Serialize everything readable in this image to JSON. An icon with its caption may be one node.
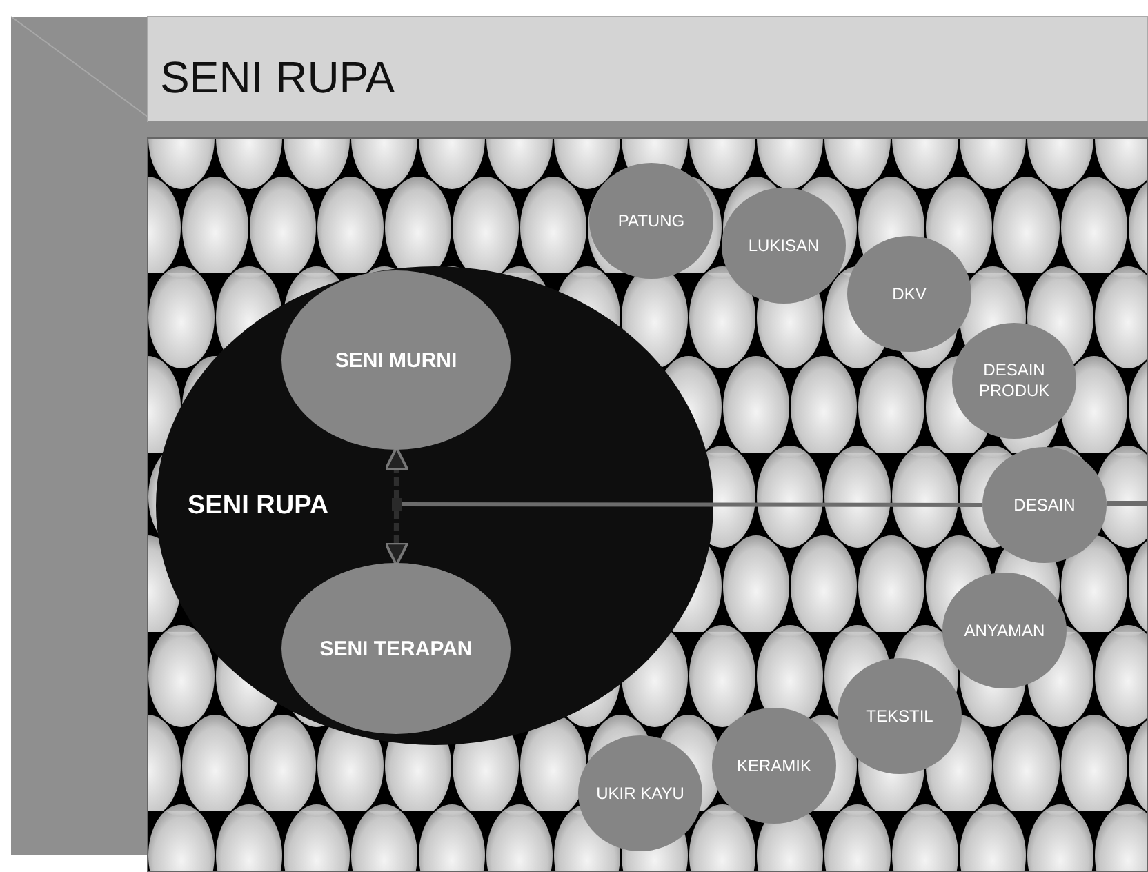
{
  "diagram": {
    "title": "SENI RUPA",
    "nodes": [
      {
        "text": [
          "SENI RUPA"
        ]
      },
      {
        "text": [
          "SENI MURNI"
        ],
        "in": 0
      },
      {
        "text": [],
        "shape": "box",
        "in": 0
      },
      {
        "text": [
          "SENI TERAPAN"
        ],
        "in": 0
      },
      {
        "text": [
          "PATUNG"
        ]
      },
      {
        "text": [
          "LUKISAN"
        ]
      },
      {
        "text": [
          "DKV"
        ]
      },
      {
        "text": [
          "DESAIN PRODUK"
        ]
      },
      {
        "text": [
          "DESAIN"
        ]
      },
      {
        "text": [
          "ANYAMAN"
        ]
      },
      {
        "text": [
          "TEKSTIL"
        ]
      },
      {
        "text": [
          "KERAMIK"
        ]
      },
      {
        "text": [
          "UKIR KAYU"
        ]
      }
    ],
    "edges": [
      {
        "from": 2,
        "to": 1,
        "arrow": "to",
        "style": "dashed"
      },
      {
        "from": 2,
        "to": 3,
        "arrow": "to",
        "style": "dashed"
      },
      {
        "from": 2,
        "to": 8,
        "arrow": "none"
      }
    ]
  }
}
